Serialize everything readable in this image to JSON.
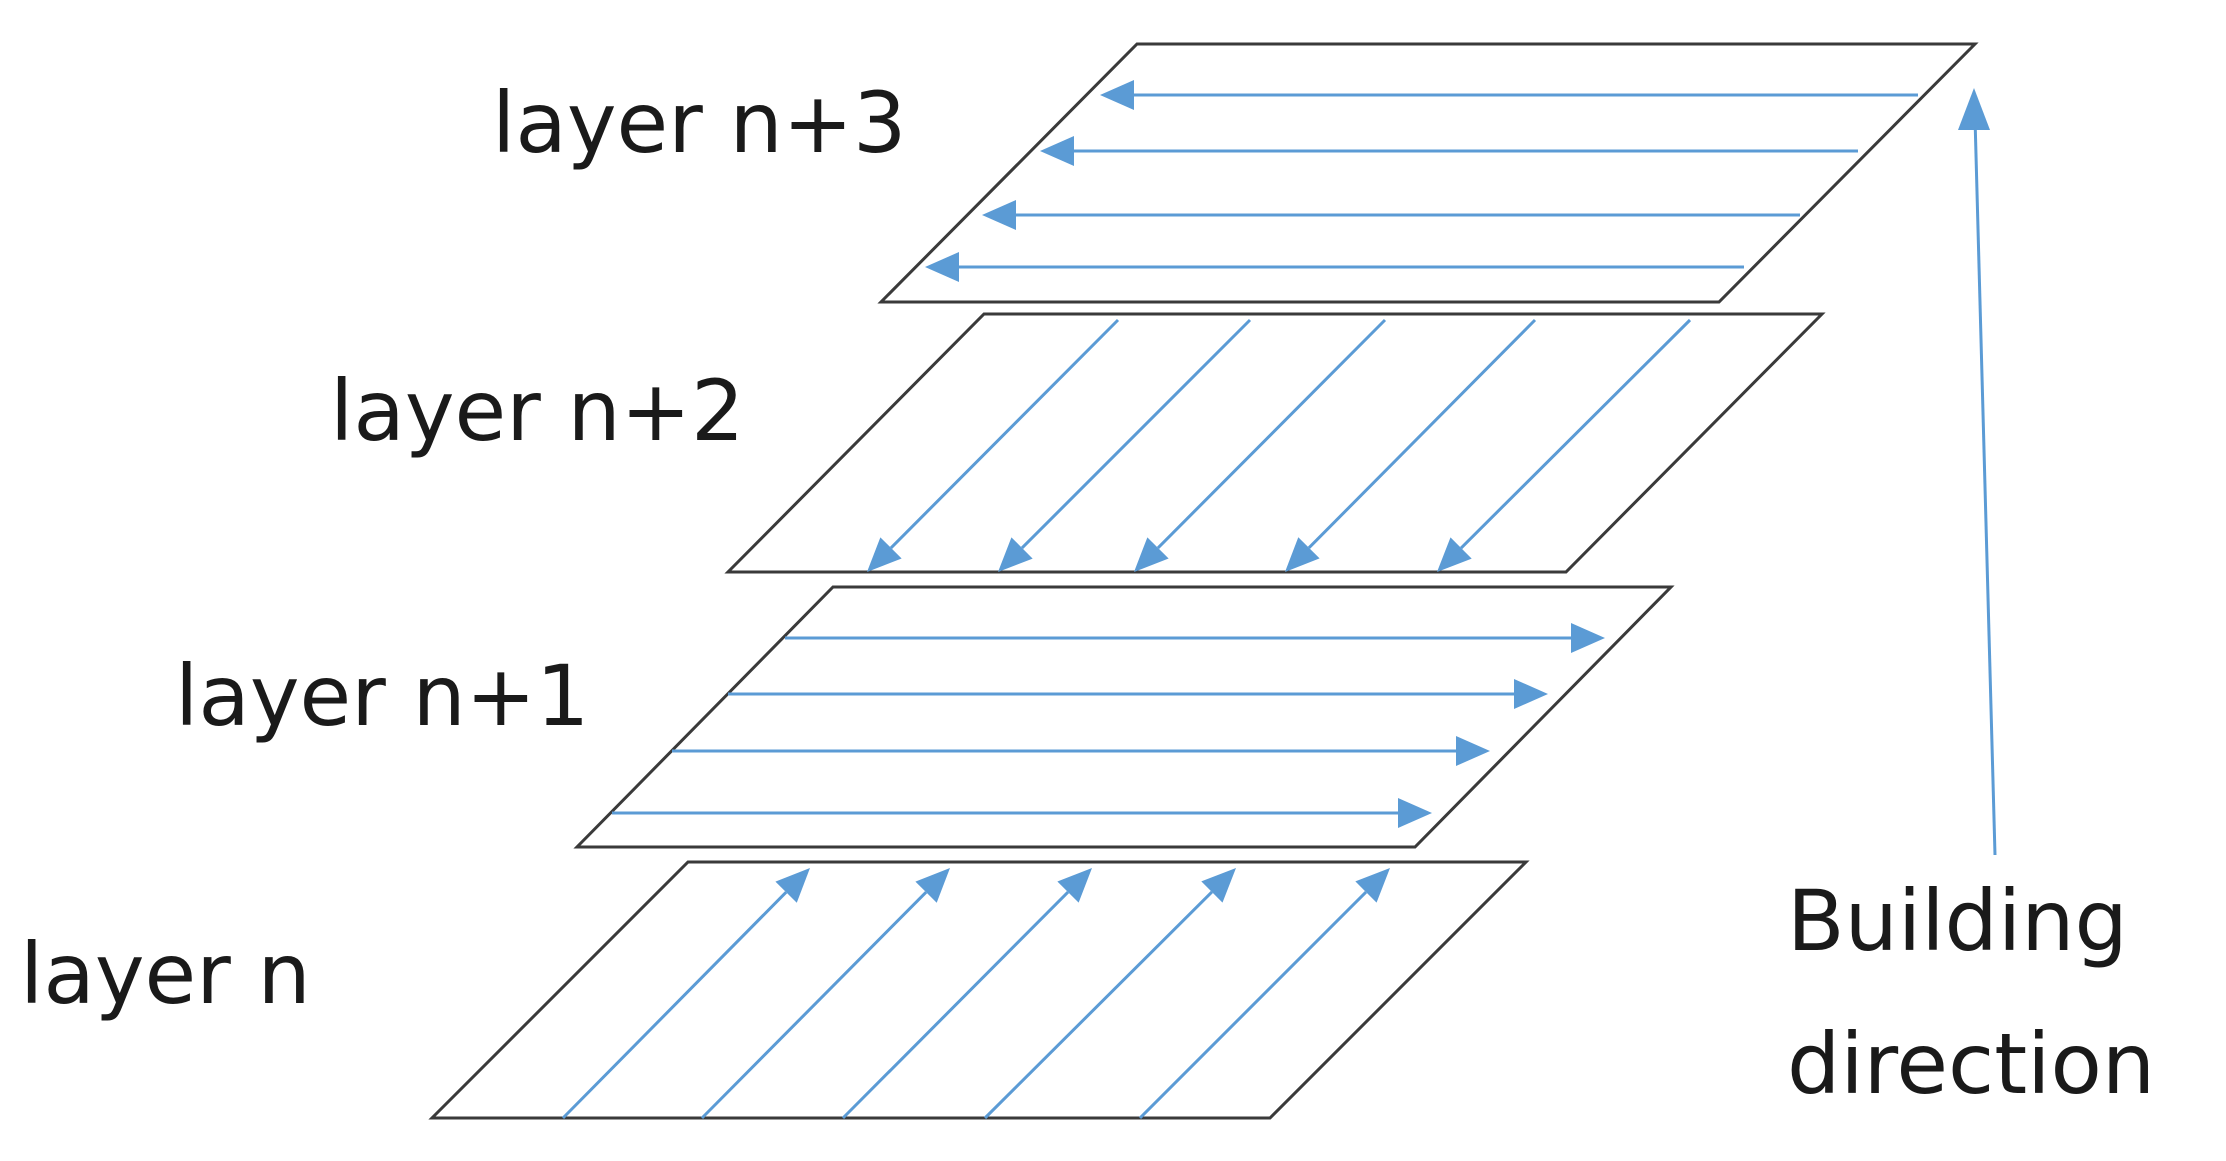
{
  "colors": {
    "scan": "#5b9bd5",
    "outline": "#3a3a3a",
    "text": "#1a1a1a"
  },
  "layers": [
    {
      "label": "layer n",
      "scan_direction": "diagonal-up"
    },
    {
      "label": "layer n+1",
      "scan_direction": "right"
    },
    {
      "label": "layer n+2",
      "scan_direction": "diagonal-down"
    },
    {
      "label": "layer n+3",
      "scan_direction": "left"
    }
  ],
  "building_direction": {
    "line1": "Building",
    "line2": "direction"
  }
}
